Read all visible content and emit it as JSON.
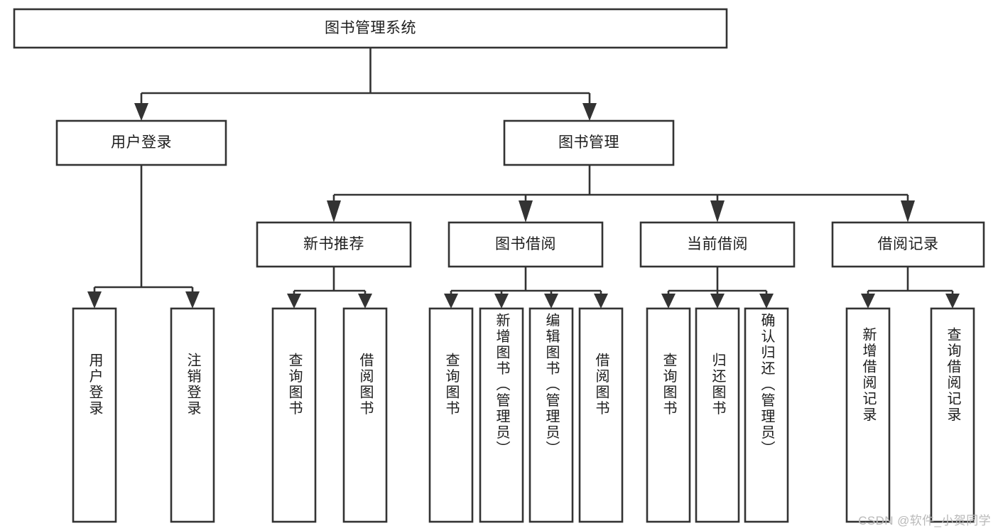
{
  "diagram": {
    "title": "图书管理系统",
    "type": "tree",
    "watermark": "CSDN @软件_小贺同学",
    "colors": {
      "stroke": "#333333",
      "box_fill": "#ffffff",
      "text": "#1d1d1d",
      "background": "#ffffff",
      "watermark": "#b9b9b9"
    },
    "levels": {
      "root": "图书管理系统",
      "level2": [
        "用户登录",
        "图书管理"
      ],
      "level3": [
        "新书推荐",
        "图书借阅",
        "当前借阅",
        "借阅记录"
      ],
      "level4": [
        "用户登录",
        "注销登录",
        "查询图书",
        "借阅图书",
        "查询图书",
        "新增图书（管理员）",
        "编辑图书（管理员）",
        "借阅图书",
        "查询图书",
        "归还图书",
        "确认归还（管理员）",
        "新增借阅记录",
        "查询借阅记录"
      ]
    },
    "nodes": {
      "root": {
        "label": "图书管理系统"
      },
      "user_login": {
        "label": "用户登录"
      },
      "book_manage": {
        "label": "图书管理"
      },
      "new_book_rec": {
        "label": "新书推荐"
      },
      "book_borrow": {
        "label": "图书借阅"
      },
      "current_borrow": {
        "label": "当前借阅"
      },
      "borrow_record": {
        "label": "借阅记录"
      },
      "leaf_user_login": {
        "label": "用户登录"
      },
      "leaf_logout": {
        "label": "注销登录"
      },
      "leaf_query_book_1": {
        "label": "查询图书"
      },
      "leaf_borrow_book_1": {
        "label": "借阅图书"
      },
      "leaf_query_book_2": {
        "label": "查询图书"
      },
      "leaf_add_book_admin": {
        "label": "新增图书（管理员）"
      },
      "leaf_edit_book_admin": {
        "label": "编辑图书（管理员）"
      },
      "leaf_borrow_book_2": {
        "label": "借阅图书"
      },
      "leaf_query_book_3": {
        "label": "查询图书"
      },
      "leaf_return_book": {
        "label": "归还图书"
      },
      "leaf_confirm_return_admin": {
        "label": "确认归还（管理员）"
      },
      "leaf_add_borrow_record": {
        "label": "新增借阅记录"
      },
      "leaf_query_borrow_record": {
        "label": "查询借阅记录"
      }
    },
    "edges": [
      {
        "from": "root",
        "to": "user_login"
      },
      {
        "from": "root",
        "to": "book_manage"
      },
      {
        "from": "user_login",
        "to": "leaf_user_login"
      },
      {
        "from": "user_login",
        "to": "leaf_logout"
      },
      {
        "from": "book_manage",
        "to": "new_book_rec"
      },
      {
        "from": "book_manage",
        "to": "book_borrow"
      },
      {
        "from": "book_manage",
        "to": "current_borrow"
      },
      {
        "from": "book_manage",
        "to": "borrow_record"
      },
      {
        "from": "new_book_rec",
        "to": "leaf_query_book_1"
      },
      {
        "from": "new_book_rec",
        "to": "leaf_borrow_book_1"
      },
      {
        "from": "book_borrow",
        "to": "leaf_query_book_2"
      },
      {
        "from": "book_borrow",
        "to": "leaf_add_book_admin"
      },
      {
        "from": "book_borrow",
        "to": "leaf_edit_book_admin"
      },
      {
        "from": "book_borrow",
        "to": "leaf_borrow_book_2"
      },
      {
        "from": "current_borrow",
        "to": "leaf_query_book_3"
      },
      {
        "from": "current_borrow",
        "to": "leaf_return_book"
      },
      {
        "from": "current_borrow",
        "to": "leaf_confirm_return_admin"
      },
      {
        "from": "borrow_record",
        "to": "leaf_add_borrow_record"
      },
      {
        "from": "borrow_record",
        "to": "leaf_query_borrow_record"
      }
    ]
  }
}
